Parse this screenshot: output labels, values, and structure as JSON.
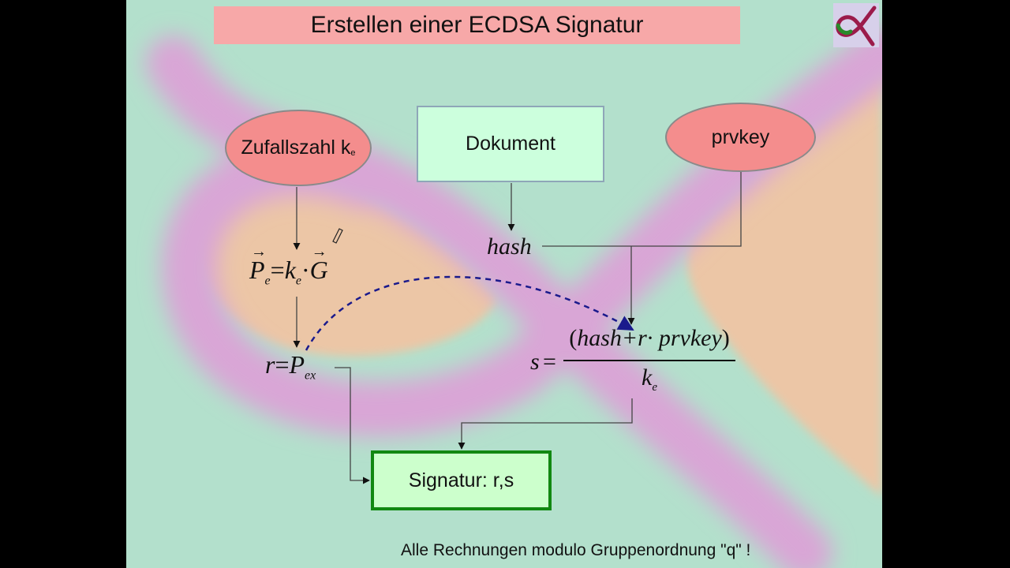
{
  "slide": {
    "title": "Erstellen einer ECDSA Signatur",
    "footer": "Alle Rechnungen modulo Gruppenordnung \"q\" !"
  },
  "nodes": {
    "zufallszahl": {
      "label": "Zufallszahl k",
      "sub": "e"
    },
    "dokument": {
      "label": "Dokument"
    },
    "prvkey": {
      "label": "prvkey"
    },
    "hash": {
      "label": "hash"
    },
    "signatur": {
      "label": "Signatur: r,s"
    }
  },
  "formulas": {
    "pe": {
      "P": "P",
      "P_sub": "e",
      "eq": "=",
      "k": "k",
      "k_sub": "e",
      "dot": "·",
      "G": "G"
    },
    "r": {
      "r": "r",
      "eq": "=",
      "P": "P",
      "P_sub": "ex"
    },
    "s": {
      "s": "s",
      "eq": "=",
      "numerator": "hash+r· prvkey",
      "denominator": "k",
      "den_sub": "e"
    }
  },
  "colors": {
    "background": "#b3e0cc",
    "title_box": "#f7a8a8",
    "ellipse_fill": "#f48d8d",
    "doc_fill": "#ccffdd",
    "signature_border": "#118811",
    "dashed_arrow": "#1a1a8c",
    "curve_band": "#d9a6d6",
    "curve_fill": "#ecc6a6"
  },
  "icons": {
    "logo": "alpha-logo-icon",
    "pencil": "pencil-icon"
  }
}
